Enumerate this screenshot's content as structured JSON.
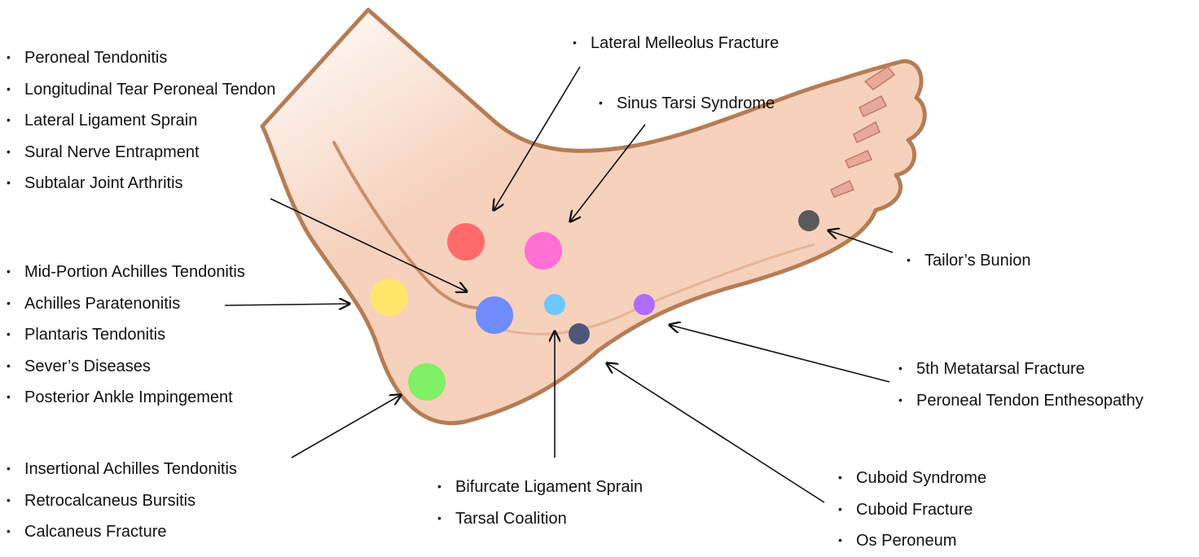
{
  "colors": {
    "skin_fill": "#f6d2bd",
    "skin_outline": "#b57d55",
    "nail": "#e8a99a",
    "arrow": "#111111",
    "markers": {
      "red": "#ff6b6b",
      "pink": "#ff6fd4",
      "yellow": "#ffe66b",
      "blue": "#6f8cff",
      "light_blue": "#6dc8ff",
      "purple": "#b06bff",
      "navy": "#4d577a",
      "green": "#80f066",
      "dark_gray": "#5a5a5a"
    }
  },
  "groups": {
    "lateral_upper": [
      "Peroneal Tendonitis",
      "Longitudinal Tear Peroneal Tendon",
      "Lateral Ligament Sprain",
      "Sural Nerve Entrapment",
      "Subtalar Joint Arthritis"
    ],
    "achilles": [
      "Mid-Portion Achilles Tendonitis",
      "Achilles Paratenonitis",
      "Plantaris Tendonitis",
      "Sever’s Diseases",
      "Posterior Ankle Impingement"
    ],
    "heel": [
      "Insertional Achilles Tendonitis",
      "Retrocalcaneus Bursitis",
      "Calcaneus Fracture"
    ],
    "malleolus": [
      "Lateral Melleolus Fracture"
    ],
    "sinus": [
      "Sinus Tarsi Syndrome"
    ],
    "bunion": [
      "Tailor’s Bunion"
    ],
    "metatarsal": [
      "5th Metatarsal Fracture",
      "Peroneal Tendon Enthesopathy"
    ],
    "bifurcate": [
      "Bifurcate Ligament Sprain",
      "Tarsal Coalition"
    ],
    "cuboid": [
      "Cuboid Syndrome",
      "Cuboid Fracture",
      "Os Peroneum"
    ]
  }
}
